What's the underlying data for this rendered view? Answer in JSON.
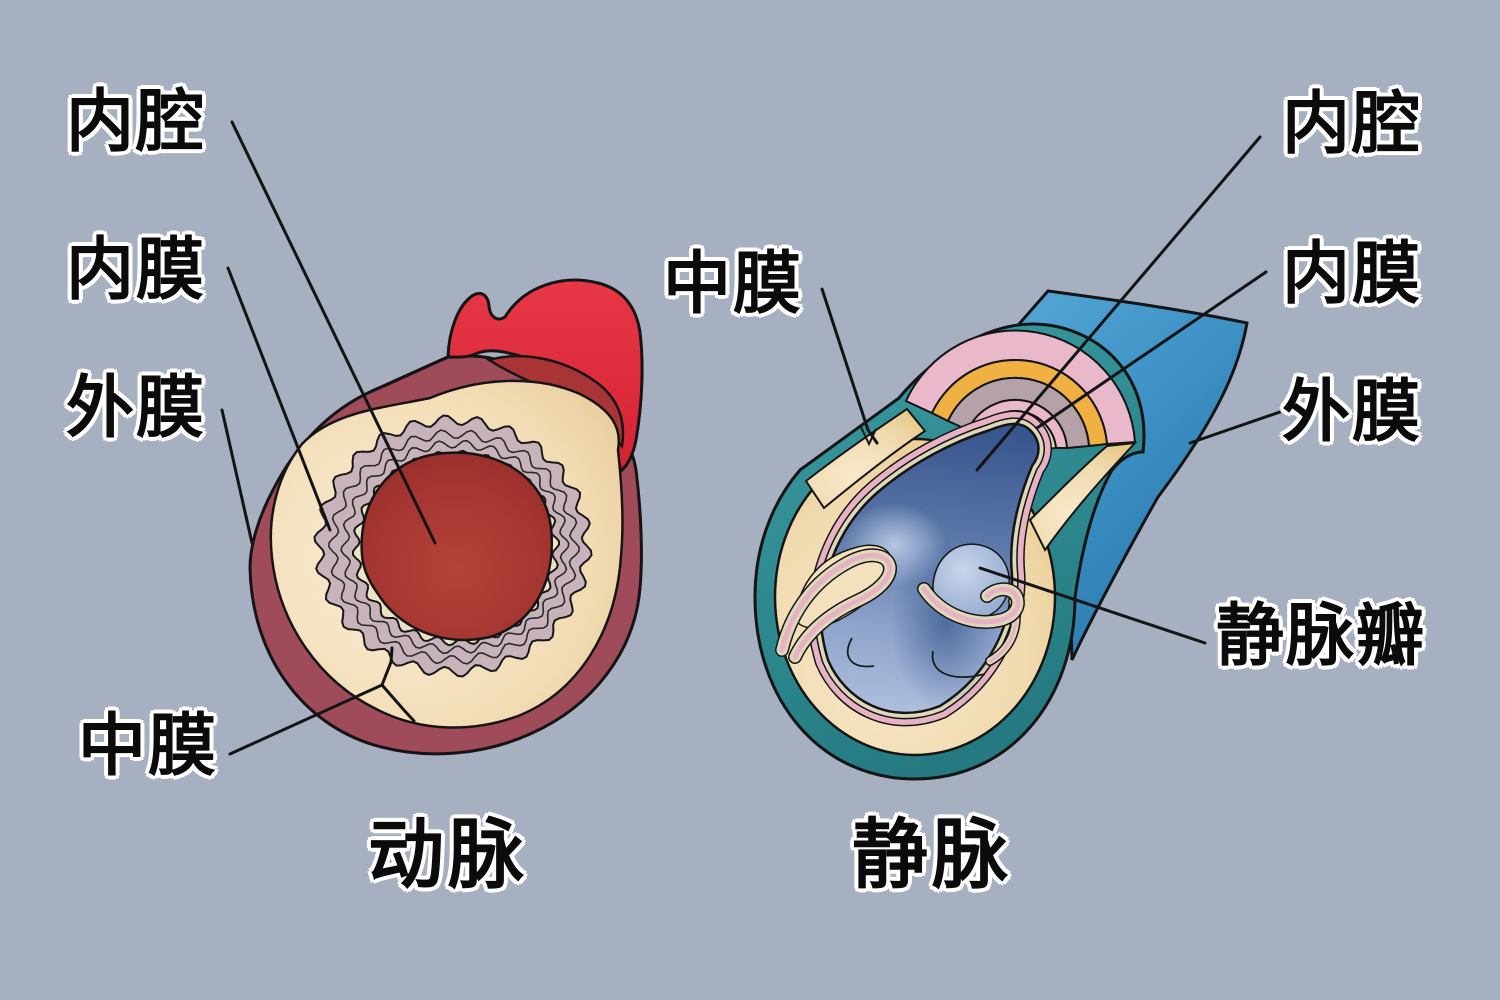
{
  "diagram": {
    "background_color": "#a6b0c1",
    "line_color": "#141414",
    "artery": {
      "title": "动脉",
      "labels": {
        "lumen": "内腔",
        "intima": "内膜",
        "adventitia": "外膜",
        "media": "中膜"
      },
      "colors": {
        "outer_surface": "#e22f3f",
        "wall_ring": "#a04b5a",
        "inner_wall": "#a93435",
        "media": "#f0d9b0",
        "intima_wavy": "#c9b3ba",
        "inner_lining": "#ebe4c3",
        "lumen": "#a63530"
      }
    },
    "vein": {
      "title": "静脉",
      "labels": {
        "media": "中膜",
        "lumen": "内腔",
        "intima": "内膜",
        "adventitia": "外膜",
        "valve": "静脉瓣"
      },
      "colors": {
        "outer_surface": "#3e92c5",
        "adventitia": "#2f8b92",
        "media": "#f2dcb2",
        "intima": "#e6b2c4",
        "inner_lining": "#ded8b8",
        "elastic_layer": "#f0b042",
        "muscle_layer": "#b5a2a8",
        "lumen_dark": "#3b5b93",
        "lumen_light": "#b0c0de",
        "valve": "#b7c7e3"
      }
    }
  }
}
